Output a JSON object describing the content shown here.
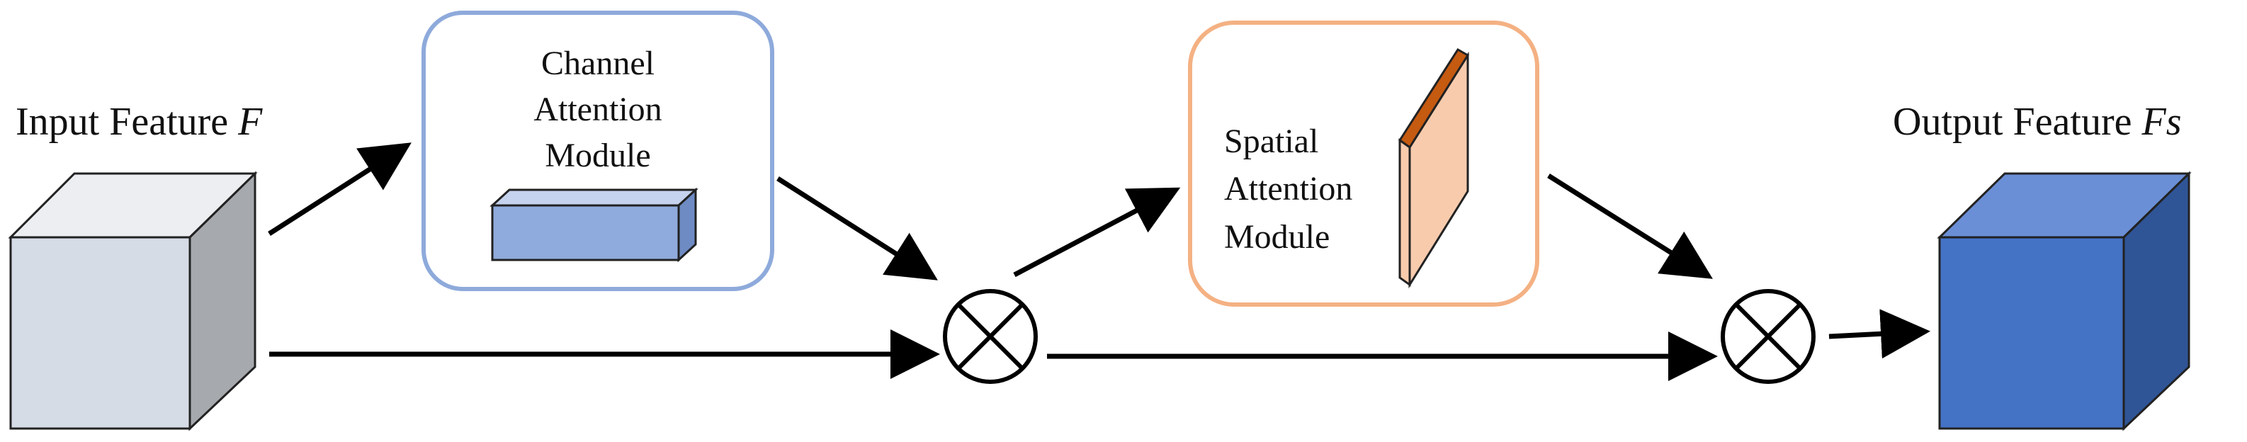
{
  "input": {
    "label": "Input Feature ",
    "symbol": "F",
    "face_color": "#d6dce5",
    "top_color": "#eceef2",
    "side_color": "#a6a9ad"
  },
  "output": {
    "label": "Output Feature ",
    "symbol": "Fs",
    "face_color": "#4472c4",
    "top_color": "#6b8fd6",
    "side_color": "#2f5597"
  },
  "channel_module": {
    "lines": [
      "Channel",
      "Attention",
      "Module"
    ],
    "border_color": "#8eaadb",
    "block_color": "#8faadc"
  },
  "spatial_module": {
    "lines": [
      "Spatial",
      "Attention",
      "Module"
    ],
    "border_color": "#f4b183",
    "block_color": "#f8cbad",
    "edge_color": "#c55a11"
  },
  "operators": [
    {
      "symbol": "multiply-circle"
    },
    {
      "symbol": "multiply-circle"
    }
  ]
}
